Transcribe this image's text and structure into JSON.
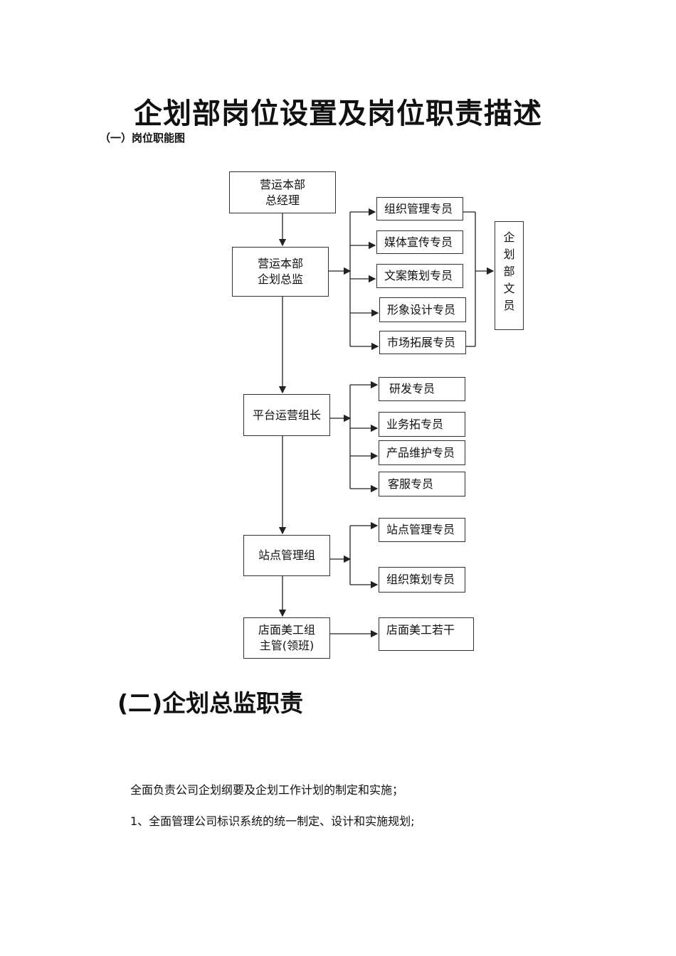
{
  "title": "企划部岗位设置及岗位职责描述",
  "subtitle": "（一）岗位职能图",
  "chart": {
    "gm": "营运本部\n总经理",
    "director": "营运本部\n企划总监",
    "platform": "平台运营组长",
    "station": "站点管理组",
    "artlead": "店面美工组\n主管(领班)",
    "director_subs": [
      "组织管理专员",
      "媒体宣传专员",
      "文案策划专员",
      "形象设计专员",
      "市场拓展专员"
    ],
    "clerk": [
      "企",
      "划",
      "部",
      "文",
      "员"
    ],
    "platform_subs": [
      "研发专员",
      "业务拓专员",
      "产品维护专员",
      "客服专员"
    ],
    "station_subs": [
      "站点管理专员",
      "组织策划专员"
    ],
    "art_sub": "店面美工若干"
  },
  "section2": {
    "heading": "(二)企划总监职责",
    "lines": [
      "全面负责公司企划纲要及企划工作计划的制定和实施；",
      "1、全面管理公司标识系统的统一制定、设计和实施规划;"
    ]
  }
}
